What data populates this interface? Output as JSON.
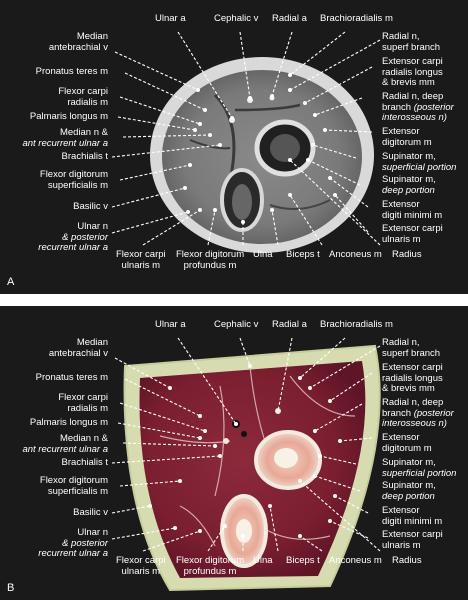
{
  "panels": [
    {
      "letter": "A",
      "labels": {
        "ulnar_a": "Ulnar a",
        "cephalic_v": "Cephalic v",
        "radial_a": "Radial a",
        "brachioradialis_m": "Brachioradialis m",
        "median_antebrachial_v_1": "Median",
        "median_antebrachial_v_2": "antebrachial v",
        "pronatus_teres_m": "Pronatus teres m",
        "flexor_carpi_radialis_1": "Flexor carpi",
        "flexor_carpi_radialis_2": "radialis m",
        "palmaris_longus_m": "Palmaris longus m",
        "median_n_1": "Median n &",
        "median_n_2": "ant recurrent ulnar a",
        "brachialis_t": "Brachialis t",
        "fds_1": "Flexor digitorum",
        "fds_2": "superficialis m",
        "basilic_v": "Basilic v",
        "ulnar_n_1": "Ulnar n",
        "ulnar_n_2": "& posterior",
        "ulnar_n_3": "recurrent ulnar a",
        "radial_n_superf_1": "Radial n,",
        "radial_n_superf_2": "superf branch",
        "ecr_1": "Extensor carpi",
        "ecr_2": "radialis longus",
        "ecr_3": "& brevis mm",
        "radial_n_deep_1": "Radial n, deep",
        "radial_n_deep_2": "branch",
        "radial_n_deep_2i": "(posterior",
        "radial_n_deep_3": "interosseous n)",
        "ext_digitorum_1": "Extensor",
        "ext_digitorum_2": "digitorum m",
        "supinator_superf_1": "Supinator m,",
        "supinator_superf_2": "superficial portion",
        "supinator_deep_1": "Supinator m,",
        "supinator_deep_2": "deep portion",
        "edm_1": "Extensor",
        "edm_2": "digiti minimi m",
        "ecu_1": "Extensor carpi",
        "ecu_2": "ulnaris m",
        "fcu_1": "Flexor carpi",
        "fcu_2": "ulnaris m",
        "fdp_1": "Flexor digitorum",
        "fdp_2": "profundus m",
        "ulna": "Ulna",
        "biceps_t": "Biceps t",
        "anconeus_m": "Anconeus m",
        "radius": "Radius"
      }
    },
    {
      "letter": "B",
      "labels": {
        "ulnar_a": "Ulnar a",
        "cephalic_v": "Cephalic v",
        "radial_a": "Radial a",
        "brachioradialis_m": "Brachioradialis m",
        "median_antebrachial_v_1": "Median",
        "median_antebrachial_v_2": "antebrachial v",
        "pronatus_teres_m": "Pronatus teres m",
        "flexor_carpi_radialis_1": "Flexor carpi",
        "flexor_carpi_radialis_2": "radialis m",
        "palmaris_longus_m": "Palmaris longus m",
        "median_n_1": "Median n &",
        "median_n_2": "ant recurrent ulnar a",
        "brachialis_t": "Brachialis t",
        "fds_1": "Flexor digitorum",
        "fds_2": "superficialis m",
        "basilic_v": "Basilic v",
        "ulnar_n_1": "Ulnar n",
        "ulnar_n_2": "& posterior",
        "ulnar_n_3": "recurrent ulnar a",
        "radial_n_superf_1": "Radial n,",
        "radial_n_superf_2": "superf branch",
        "ecr_1": "Extensor carpi",
        "ecr_2": "radialis longus",
        "ecr_3": "& brevis mm",
        "radial_n_deep_1": "Radial n, deep",
        "radial_n_deep_2": "branch",
        "radial_n_deep_2i": "(posterior",
        "radial_n_deep_3": "interosseous n)",
        "ext_digitorum_1": "Extensor",
        "ext_digitorum_2": "digitorum m",
        "supinator_superf_1": "Supinator m,",
        "supinator_superf_2": "superficial portion",
        "supinator_deep_1": "Supinator m,",
        "supinator_deep_2": "deep portion",
        "edm_1": "Extensor",
        "edm_2": "digiti minimi m",
        "ecu_1": "Extensor carpi",
        "ecu_2": "ulnaris m",
        "fcu_1": "Flexor carpi",
        "fcu_2": "ulnaris m",
        "fdp_1": "Flexor digitorum",
        "fdp_2": "profundus m",
        "ulna": "Ulna",
        "biceps_t": "Biceps t",
        "anconeus_m": "Anconeus m",
        "radius": "Radius"
      }
    }
  ]
}
